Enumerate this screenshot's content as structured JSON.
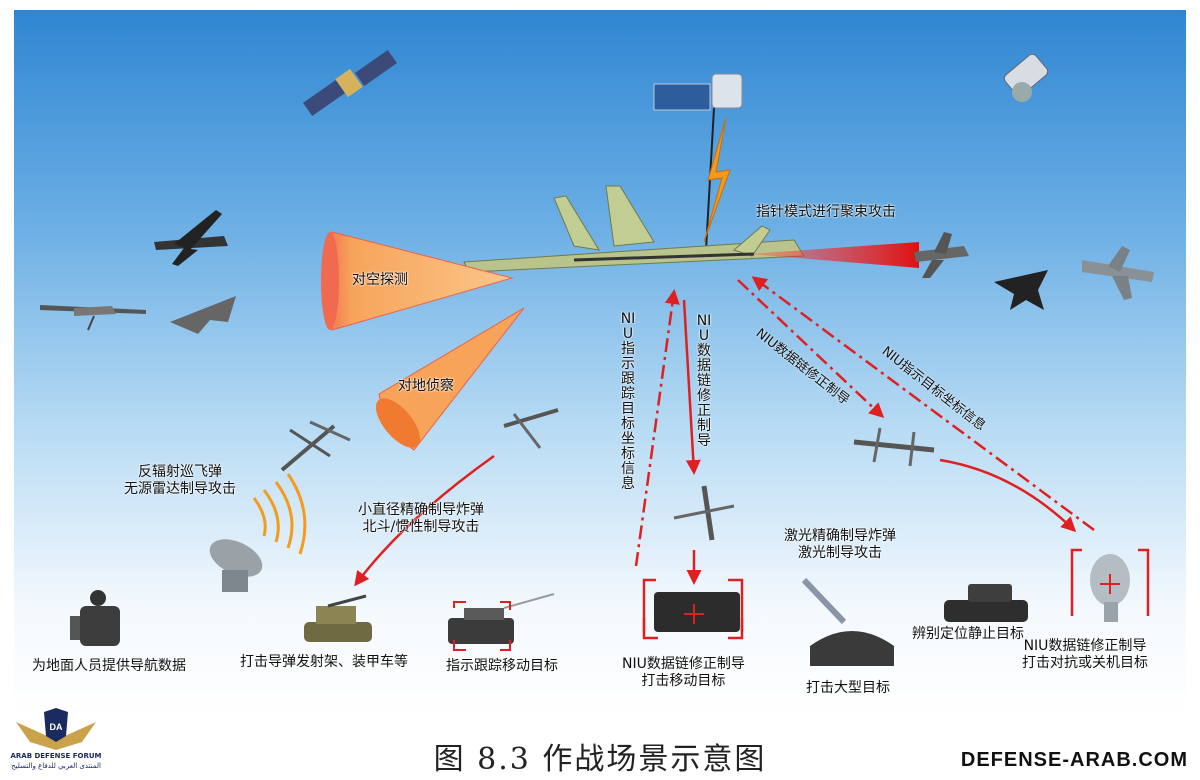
{
  "labels": {
    "air_detect": "对空探测",
    "ground_recon": "对地侦察",
    "pointer_mode": "指针模式进行聚束攻击",
    "anti_radiation": [
      "反辐射巡飞弹",
      "无源雷达制导攻击"
    ],
    "small_bomb": [
      "小直径精确制导炸弹",
      "北斗/惯性制导攻击"
    ],
    "niu_indicate": "NIU指示跟踪目标坐标信息",
    "niu_datalink": "NIU数据链修正制导",
    "niu_datalink_rot": "NIU数据链修正制导",
    "niu_target_info": "NIU指示目标坐标信息",
    "laser_bomb": [
      "激光精确制导炸弹",
      "激光制导攻击"
    ],
    "ground_nav": "为地面人员提供导航数据",
    "strike_launcher": "打击导弹发射架、装甲车等",
    "track_moving": "指示跟踪移动目标",
    "strike_moving": [
      "NIU数据链修正制导",
      "打击移动目标"
    ],
    "strike_large": "打击大型目标",
    "locate_static": "辨别定位静止目标",
    "strike_counter": [
      "NIU数据链修正制导",
      "打击对抗或关机目标"
    ]
  },
  "caption": "图 8.3  作战场景示意图",
  "watermark": "DEFENSE-ARAB.COM",
  "logo": {
    "line1": "ARAB DEFENSE FORUM",
    "line2": "المنتدى العربي للدفاع والتسليح",
    "mark": "DA"
  },
  "colors": {
    "cone": "#f7a45a",
    "cone_edge": "#f0604a",
    "beam": "#e02020",
    "lightning": "#f29a1a",
    "arrow": "#e02020"
  }
}
